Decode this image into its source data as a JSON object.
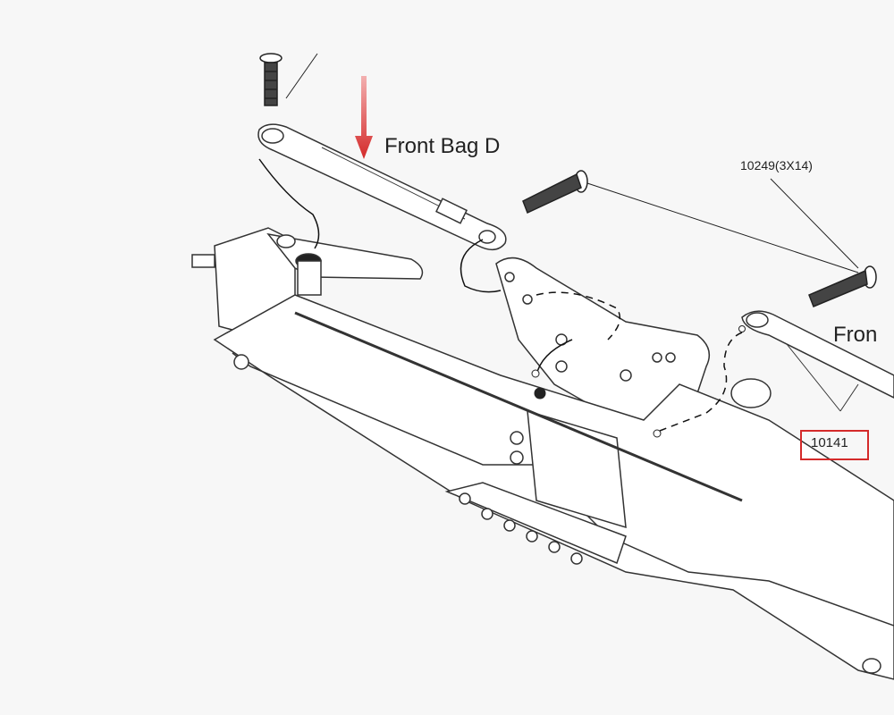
{
  "diagram": {
    "title": "Front Bag D",
    "screw_callout": "10249(3X14)",
    "part_callout": "10141",
    "partial_title": "Fron",
    "arrow_color": "#d42a2a",
    "highlight_color": "#d42a2a"
  }
}
